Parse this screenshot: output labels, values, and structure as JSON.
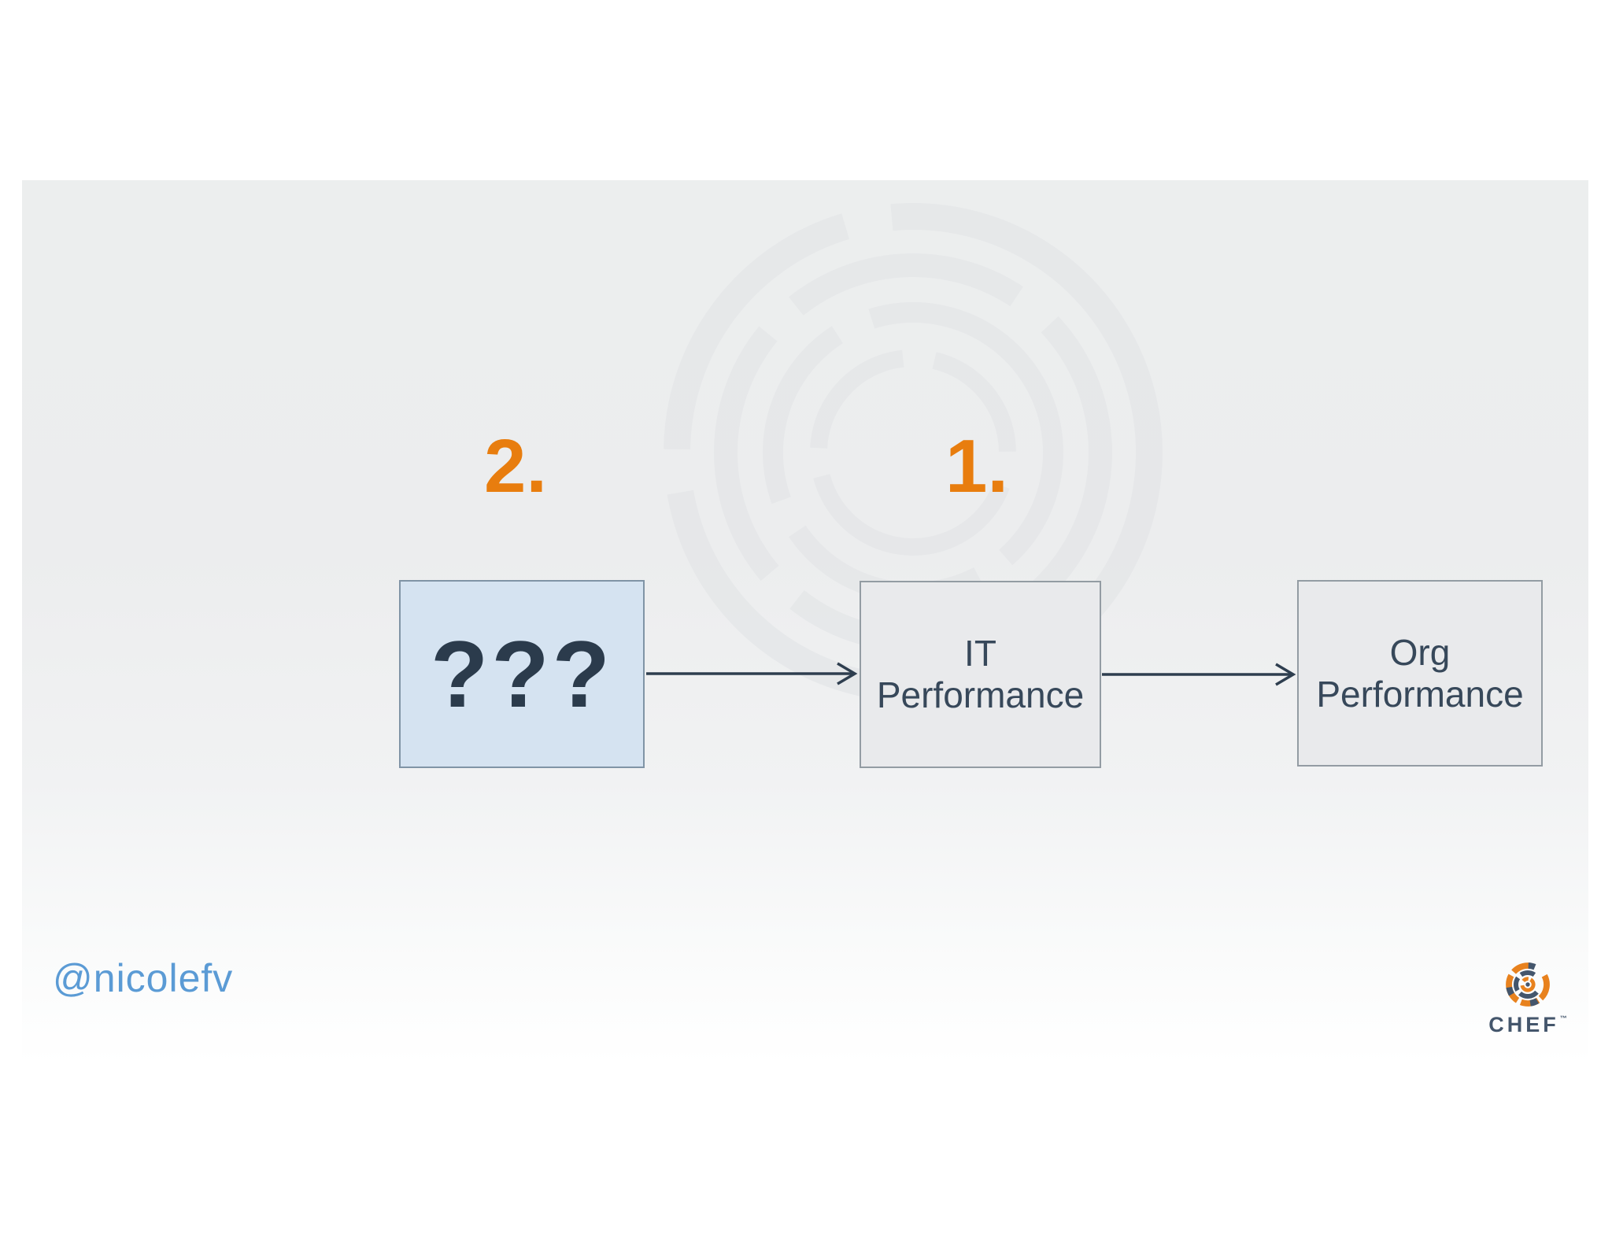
{
  "slide": {
    "labels": {
      "step_two": "2.",
      "step_one": "1."
    },
    "diagram": {
      "boxes": [
        {
          "key": "unknown",
          "label": "???",
          "style": "highlight-blue"
        },
        {
          "key": "it_performance",
          "label": "IT Performance",
          "style": "gray"
        },
        {
          "key": "org_performance",
          "label": "Org Performance",
          "style": "gray"
        }
      ],
      "arrows": [
        {
          "from": "unknown",
          "to": "it_performance"
        },
        {
          "from": "it_performance",
          "to": "org_performance"
        }
      ]
    }
  },
  "footer": {
    "handle": "@nicolefv",
    "brand": "CHEF",
    "trademark": "™"
  },
  "icons": {
    "chef_logo_mark": "chef-logo-mark",
    "watermark": "chef-gear-watermark"
  },
  "colors": {
    "accent_orange": "#E87D0E",
    "handle_blue": "#5B9BD5",
    "dark_slate": "#2E3E4F",
    "box_text": "#37485A",
    "blue_box_fill": "#D5E3F1",
    "blue_box_border": "#8094A6",
    "gray_box_fill": "#E9EAEC",
    "gray_box_border": "#939CA3",
    "slide_background": "#ECEEEE",
    "brand_slate": "#44566C",
    "brand_orange": "#E8821E"
  }
}
